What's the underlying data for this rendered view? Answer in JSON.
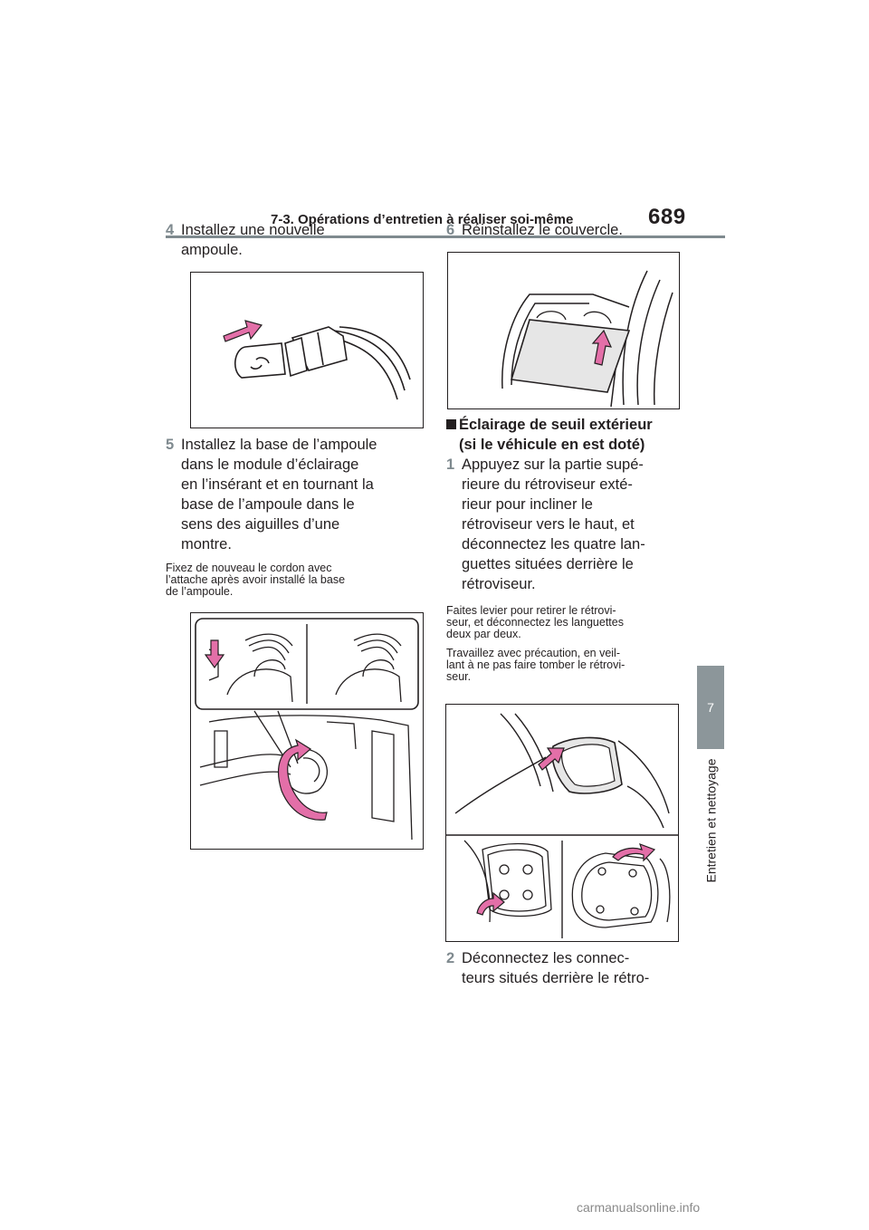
{
  "header": {
    "section_title": "7-3. Opérations d’entretien à réaliser soi-même",
    "page_number": "689"
  },
  "side": {
    "chapter_number": "7",
    "chapter_title": "Entretien et nettoyage"
  },
  "left_column": {
    "step4": {
      "num": "4",
      "lines": [
        "Installez une nouvelle",
        "ampoule."
      ]
    },
    "step5": {
      "num": "5",
      "lines": [
        "Installez la base de l’ampoule",
        "dans le module d’éclairage",
        "en l’insérant et en tournant la",
        "base de l’ampoule dans le",
        "sens des aiguilles d’une",
        "montre."
      ]
    },
    "note5": {
      "lines": [
        "Fixez de nouveau le cordon avec",
        "l’attache après avoir installé la base",
        "de l’ampoule."
      ]
    }
  },
  "right_column": {
    "step6": {
      "num": "6",
      "lines": [
        "Réinstallez le couvercle."
      ]
    },
    "section_heading": {
      "lines": [
        "Éclairage de seuil extérieur",
        "(si le véhicule en est doté)"
      ]
    },
    "step1": {
      "num": "1",
      "lines": [
        "Appuyez sur la partie supé-",
        "rieure du rétroviseur exté-",
        "rieur pour incliner le",
        "rétroviseur vers le haut, et",
        "déconnectez les quatre lan-",
        "guettes situées derrière le",
        "rétroviseur."
      ]
    },
    "note1a": {
      "lines": [
        "Faites levier pour retirer le rétrovi-",
        "seur, et déconnectez les languettes",
        "deux par deux."
      ]
    },
    "note1b": {
      "lines": [
        "Travaillez avec précaution, en veil-",
        "lant à ne pas faire tomber le rétrovi-",
        "seur."
      ]
    },
    "step2": {
      "num": "2",
      "lines": [
        "Déconnectez les connec-",
        "teurs situés derrière le rétro-"
      ]
    }
  },
  "watermark": "carmanualsonline.info",
  "colors": {
    "accent_gray": "#7f8a8f",
    "arrow_pink": "#e36fa8",
    "text": "#231f20"
  },
  "icons": [
    "push-arrow-icon",
    "rotate-arrow-icon"
  ]
}
